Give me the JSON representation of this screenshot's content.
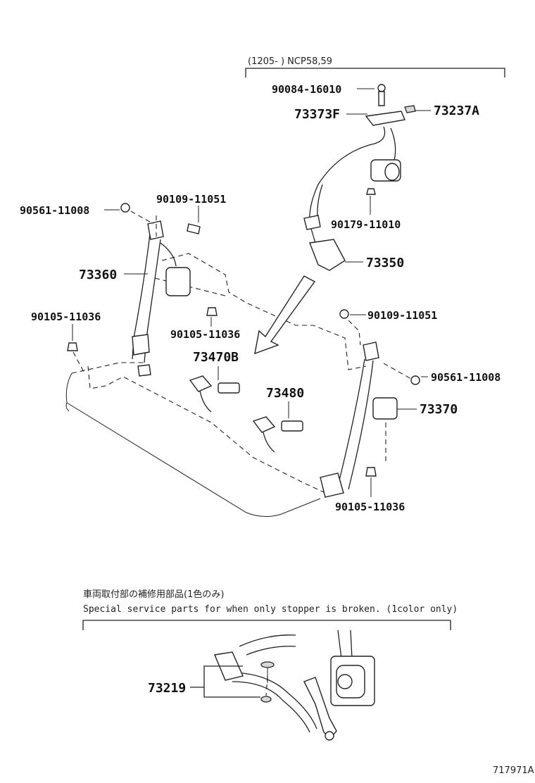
{
  "header": {
    "range_note": "(1205-      ) NCP58,59"
  },
  "parts": {
    "p90084_16010": "90084-16010",
    "p73373F": "73373F",
    "p73237A": "73237A",
    "p90179_11010": "90179-11010",
    "p73350": "73350",
    "p90561_11008_left": "90561-11008",
    "p90109_11051_left": "90109-11051",
    "p73360": "73360",
    "p90105_11036_left": "90105-11036",
    "p90105_11036_center": "90105-11036",
    "p73470B": "73470B",
    "p73480": "73480",
    "p90109_11051_right": "90109-11051",
    "p90561_11008_right": "90561-11008",
    "p73370": "73370",
    "p90105_11036_right": "90105-11036",
    "p73219": "73219"
  },
  "service_note": {
    "japanese": "車両取付部の補修用部品(1色のみ)",
    "english": "Special service parts for when only stopper is broken. (1color only)"
  },
  "figure_id": "717971A"
}
